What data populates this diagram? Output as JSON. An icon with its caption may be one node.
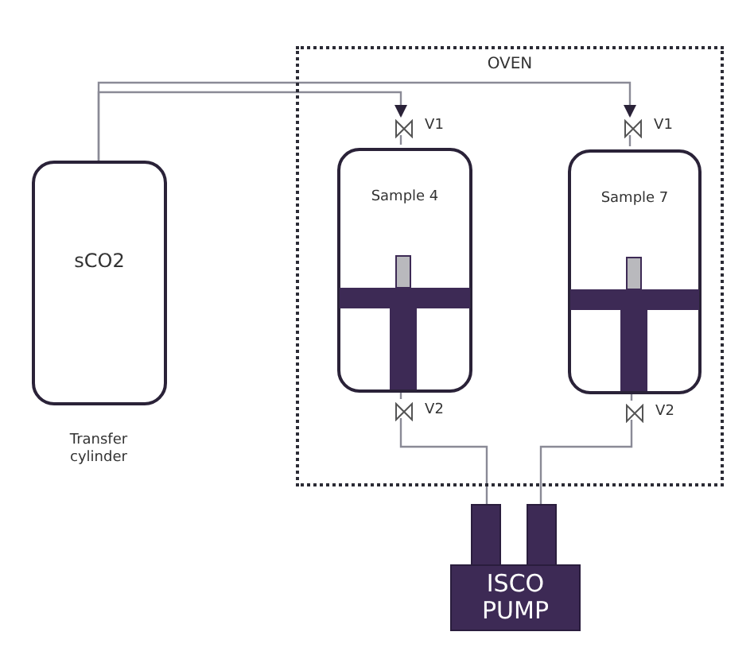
{
  "diagram": {
    "nodes": [
      {
        "text": [
          "OVEN"
        ]
      },
      {
        "text": [
          "sCO2"
        ],
        "beside": [
          "Transfer cylinder"
        ]
      },
      {
        "text": [
          "Sample 4"
        ],
        "in": 0
      },
      {
        "text": [
          "Sample 7"
        ],
        "in": 0
      },
      {
        "text": [],
        "shape": "valve",
        "beside": [
          "V1"
        ],
        "in": 0
      },
      {
        "text": [],
        "shape": "valve",
        "beside": [
          "V1"
        ],
        "in": 0
      },
      {
        "text": [],
        "shape": "valve",
        "beside": [
          "V2"
        ],
        "in": 0
      },
      {
        "text": [],
        "shape": "valve",
        "beside": [
          "V2"
        ],
        "in": 0
      },
      {
        "text": [
          "ISCO PUMP"
        ]
      }
    ],
    "edges": [
      {
        "from": 1,
        "to": 4,
        "arrow": "to"
      },
      {
        "from": 1,
        "to": 5,
        "arrow": "to"
      },
      {
        "from": 4,
        "to": 2,
        "arrow": "none"
      },
      {
        "from": 5,
        "to": 3,
        "arrow": "none"
      },
      {
        "from": 2,
        "to": 6,
        "arrow": "none"
      },
      {
        "from": 3,
        "to": 7,
        "arrow": "none"
      },
      {
        "from": 6,
        "to": 8,
        "arrow": "none"
      },
      {
        "from": 7,
        "to": 8,
        "arrow": "none"
      }
    ]
  }
}
